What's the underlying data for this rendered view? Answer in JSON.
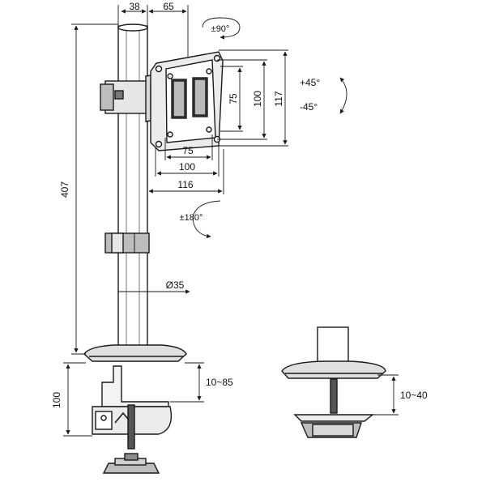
{
  "dimensions": {
    "top_38": "38",
    "top_65": "65",
    "height_407": "407",
    "vesa_h_75": "75",
    "vesa_h_100": "100",
    "vesa_h_116": "116",
    "vesa_v_75": "75",
    "vesa_v_100": "100",
    "vesa_v_117": "117",
    "pole_diameter": "Ø35",
    "clamp_height_100": "100",
    "clamp_range": "10~85",
    "grommet_range": "10~40"
  },
  "rotations": {
    "swivel": "±90°",
    "rotate": "±180°",
    "tilt_up": "+45°",
    "tilt_down": "-45°"
  },
  "colors": {
    "line": "#1a1a1a",
    "metal_fill": "#d9d9d9",
    "dark_fill": "#8c8c8c"
  }
}
